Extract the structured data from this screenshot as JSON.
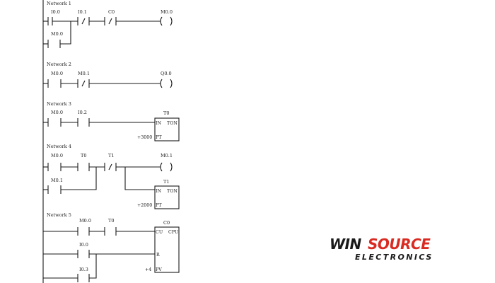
{
  "networks": [
    {
      "title": "Network 1",
      "contacts": [
        "I0.0",
        "I0.1",
        "C0",
        "M0.0"
      ],
      "output": "M0.0"
    },
    {
      "title": "Network 2",
      "contacts": [
        "M0.0",
        "M0.1"
      ],
      "output": "Q0.0"
    },
    {
      "title": "Network 3",
      "contacts": [
        "M0.0",
        "I0.2"
      ],
      "timer": {
        "name": "T0",
        "in": "IN",
        "type": "TON",
        "pt_label": "PT",
        "preset": "+3000"
      }
    },
    {
      "title": "Network 4",
      "contacts": [
        "M0.0",
        "T0",
        "T1",
        "M0.1"
      ],
      "output": "M0.1",
      "timer": {
        "name": "T1",
        "in": "IN",
        "type": "TON",
        "pt_label": "PT",
        "preset": "+2000"
      }
    },
    {
      "title": "Network 5",
      "contacts": [
        "M0.0",
        "T0",
        "I0.0",
        "I0.3"
      ],
      "counter": {
        "name": "C0",
        "cu": "CU",
        "type": "CPU",
        "r": "R",
        "pv_label": "PV",
        "preset": "+4"
      }
    }
  ],
  "logo": {
    "brand_part1": "WIN",
    "brand_part2": "SOURCE",
    "subtitle": "ELECTRONICS",
    "brand_color": "#d92b22"
  }
}
